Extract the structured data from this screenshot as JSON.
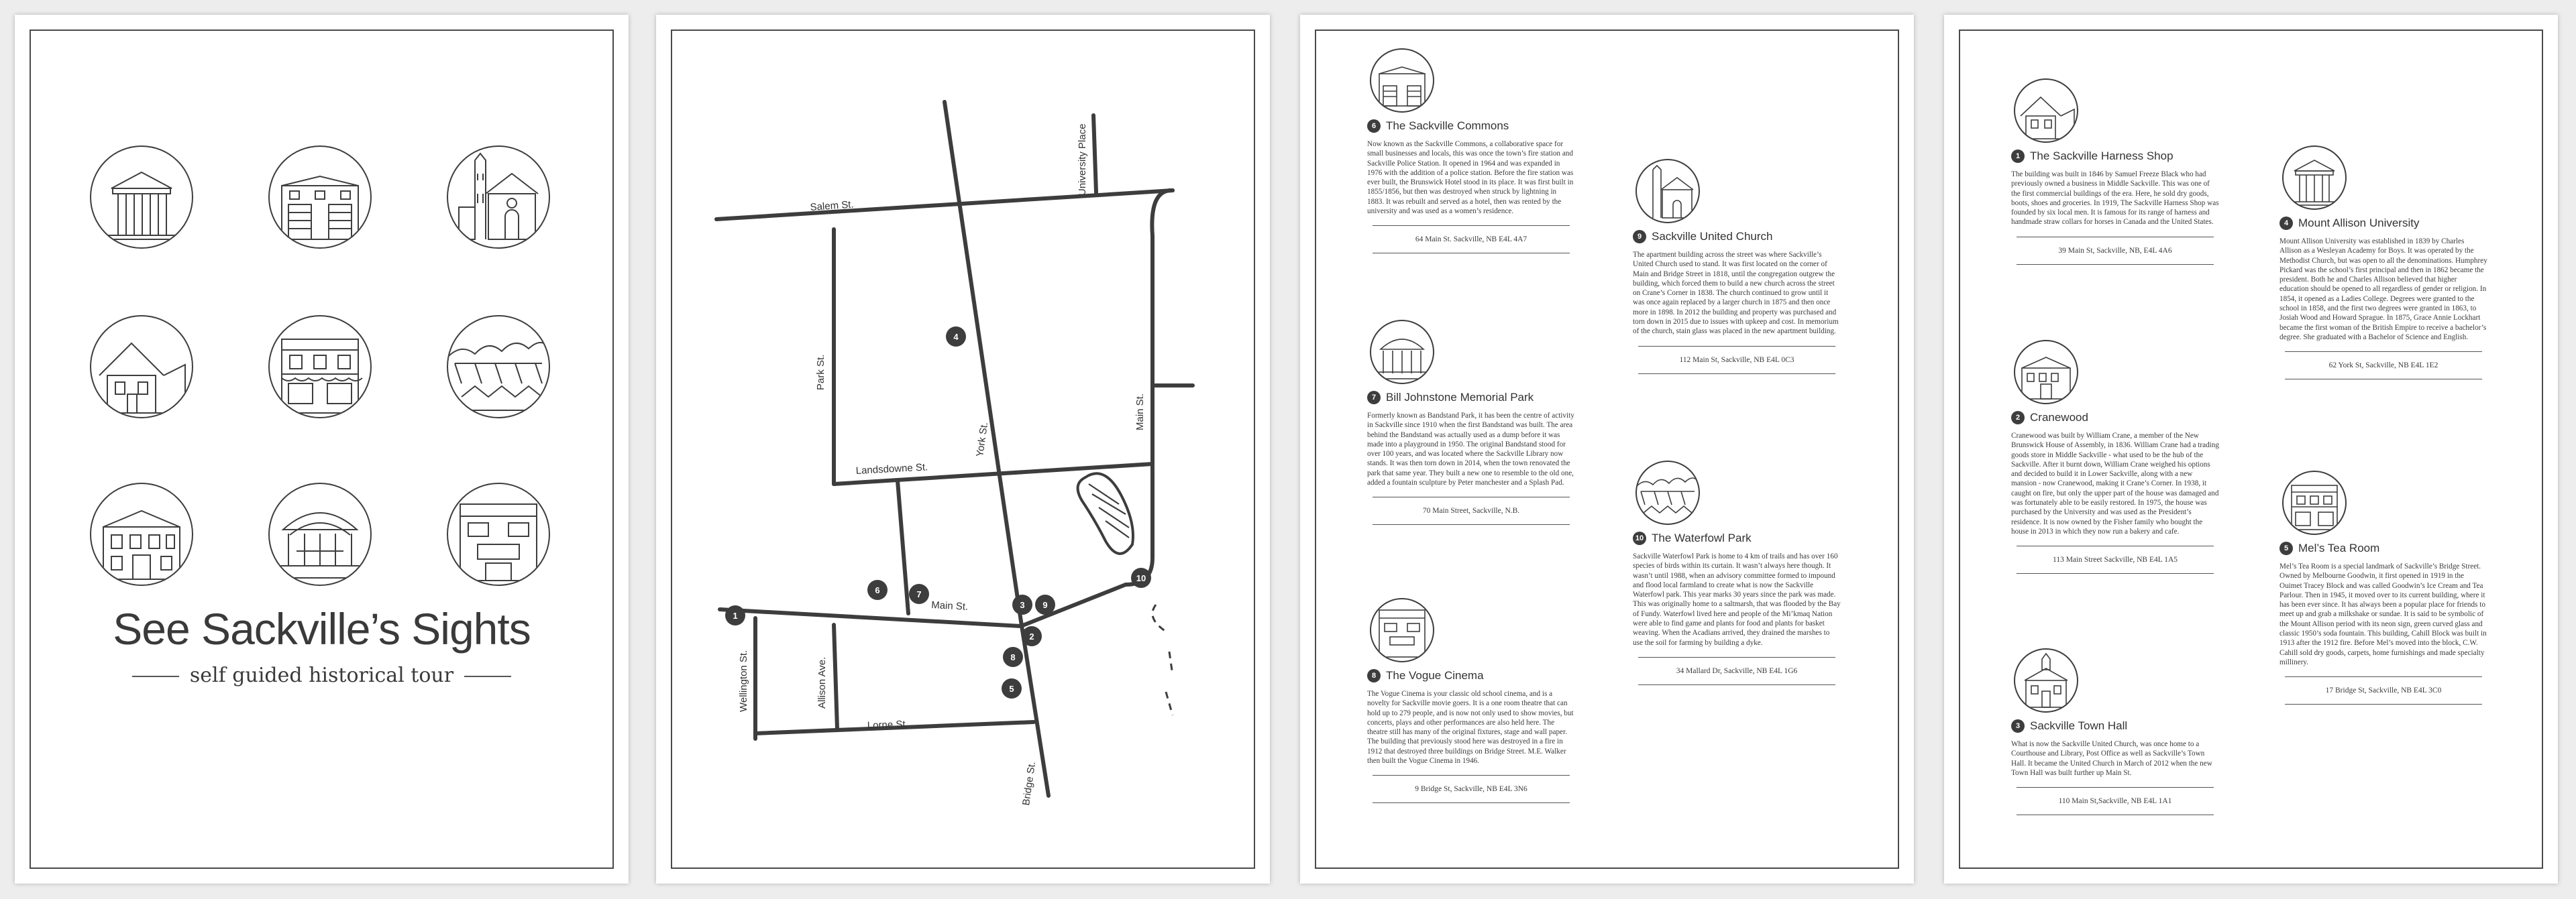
{
  "cover": {
    "title": "See Sackville’s Sights",
    "subtitle": "self guided historical tour"
  },
  "map": {
    "streets": {
      "salem": "Salem St.",
      "university_place": "University Place",
      "park": "Park St.",
      "landsdowne": "Landsdowne St.",
      "york": "York St.",
      "main_east": "Main St.",
      "main_west": "Main St.",
      "wellington": "Wellington St.",
      "allison": "Allison Ave.",
      "lorne": "Lorne St.",
      "bridge": "Bridge St."
    },
    "markers": [
      "1",
      "2",
      "3",
      "4",
      "5",
      "6",
      "7",
      "8",
      "9",
      "10"
    ]
  },
  "entries": {
    "commons": {
      "num": "6",
      "name": "The Sackville Commons",
      "body": "Now known as the Sackville Commons, a collaborative space for small businesses and locals, this was once the town’s fire station and Sackville Police Station. It opened in 1964 and was expanded in 1976 with the addition of a police station. Before the fire station was ever built, the Brunswick Hotel stood in its place. It was first built in 1855/1856, but then was destroyed when struck by lightning in 1883. It was rebuilt and served as a hotel, then was rented by the university and was used as a women’s residence.",
      "address": "64 Main St. Sackville, NB E4L 4A7"
    },
    "johnstone": {
      "num": "7",
      "name": "Bill Johnstone Memorial Park",
      "body": "Formerly known as Bandstand Park, it has been the centre of activity in Sackville since 1910 when the first Bandstand was built. The area behind the Bandstand was actually used as a dump before it was made into a playground in 1950. The original Bandstand stood for over 100 years, and was located where the Sackville Library now stands. It was then torn down in 2014, when the town renovated the park that same year. They built a new one to resemble to the old one, added a fountain sculpture by Peter manchester and a Splash Pad.",
      "address": "70 Main Street, Sackville, N.B."
    },
    "vogue": {
      "num": "8",
      "name": "The Vogue Cinema",
      "body": "The Vogue Cinema is your classic old school cinema, and is a novelty for Sackville movie goers. It is a one room theatre that can hold up to 279 people, and is now not only used to show movies, but concerts, plays and other performances are also held here. The theatre still has many of the original fixtures, stage and wall paper. The building that previously stood here was destroyed in a fire in 1912 that destroyed three buildings on Bridge Street. M.E. Walker then built the Vogue Cinema in 1946.",
      "address": "9 Bridge St, Sackville, NB E4L 3N6"
    },
    "united": {
      "num": "9",
      "name": "Sackville United Church",
      "body": "The apartment building across the street was where Sackville’s United Church used to stand. It was first located on the corner of Main and Bridge Street in 1818, until the congregation outgrew the building, which forced them to build a new church across the street on Crane’s Corner in 1838. The church continued to grow until it was once again replaced by a larger church in 1875 and then once more in 1898. In 2012 the building and property was purchased and torn down in 2015 due to issues with upkeep and cost. In memorium of the church, stain glass was placed in the new apartment building.",
      "address": "112 Main St, Sackville, NB E4L 0C3"
    },
    "waterfowl": {
      "num": "10",
      "name": "The Waterfowl Park",
      "body": "Sackville Waterfowl Park is home to 4 km of trails and has over 160 species of birds within its curtain. It wasn’t always here though. It wasn’t until 1988, when an advisory committee formed to impound and flood local farmland to create what is now the Sackville Waterfowl park. This year marks 30 years since the park was made. This was originally home to a saltmarsh, that was flooded by the Bay of Fundy. Waterfowl lived here and people of the Mi’kmaq Nation were able to find game and plants for food and plants for basket weaving. When the Acadians arrived, they drained the marshes to use the soil for farming by building a dyke.",
      "address": "34 Mallard Dr, Sackville, NB E4L 1G6"
    },
    "harness": {
      "num": "1",
      "name": "The Sackville Harness Shop",
      "body": "The building was built in 1846 by Samuel Freeze Black who had previously owned a business in Middle Sackville. This was one of the first commercial buildings of the era. Here, he sold dry goods, boots, shoes and groceries. In 1919, The Sackville Harness Shop was founded by six local men. It is famous for its range of harness and handmade straw collars for horses in Canada and the United States.",
      "address": "39 Main St, Sackville, NB, E4L 4A6"
    },
    "cranewood": {
      "num": "2",
      "name": "Cranewood",
      "body": "Cranewood was built by William Crane, a member of the New Brunswick House of Assembly, in 1836. William Crane had a trading goods store in Middle Sackville - what used to be the hub of the Sackville. After it burnt down, William Crane weighed his options and decided to build it in Lower Sackville, along with a new mansion - now Cranewood, making it Crane’s Corner. In 1938, it caught on fire, but only the upper part of the house was damaged and was fortunately able to be easily restored. In 1975, the house was purchased by the University and was used as the President’s residence. It is now owned by the Fisher family who bought the house in 2013 in which they now run a bakery and cafe.",
      "address": "113 Main Street Sackville, NB E4L 1A5"
    },
    "townhall": {
      "num": "3",
      "name": "Sackville Town Hall",
      "body": "What is now the Sackville United Church, was once home to a Courthouse and Library, Post Office as well as Sackville’s Town Hall. It became the United Church in March of 2012 when the new Town Hall was built further up Main St.",
      "address": "110 Main St,Sackville, NB E4L 1A1"
    },
    "allison": {
      "num": "4",
      "name": "Mount Allison University",
      "body": "Mount Allison University was established in 1839 by Charles Allison as a Wesleyan Academy for Boys. It was operated by the Methodist Church, but was open to all the denominations. Humphrey Pickard was the school’s first principal and then in 1862 became the president. Both he and Charles Allison believed that higher education should be opened to all regardless of gender or religion. In 1854, it opened as a Ladies College. Degrees were granted to the school in 1858, and the first two degrees were granted in 1863, to Josiah Wood and Howard Sprague. In 1875, Grace Annie Lockhart became the first woman of the British Empire to receive a bachelor’s degree. She graduated with a Bachelor of Science and English.",
      "address": "62 York St, Sackville, NB E4L 1E2"
    },
    "mels": {
      "num": "5",
      "name": "Mel’s Tea Room",
      "body": "Mel’s Tea Room is a special landmark of Sackville’s Bridge Street. Owned by Melbourne Goodwin, it first opened in 1919 in the Ouimet Tracey Block and was called Goodwin’s Ice Cream and Tea Parlour. Then in 1945, it moved over to its current building, where it has been ever since. It has always been a popular place for friends to meet up and grab a milkshake or sundae. It is said to be symbolic of the Mount Allison period with its neon sign, green curved glass and classic 1950’s soda fountain. This building, Cahill Block was built in 1913 after the 1912 fire. Before Mel’s moved into the block, C.W. Cahill sold dry goods, carpets, home furnishings and made specialty millinery.",
      "address": "17 Bridge St, Sackville, NB E4L 3C0"
    }
  },
  "colors": {
    "ink": "#3d3d3d",
    "paper": "#ffffff",
    "background": "#ededed"
  },
  "icons": [
    "building-icon",
    "fire-station-icon",
    "church-icon",
    "house-icon",
    "storefront-icon",
    "garden-icon",
    "bandstand-icon",
    "cinema-icon"
  ]
}
